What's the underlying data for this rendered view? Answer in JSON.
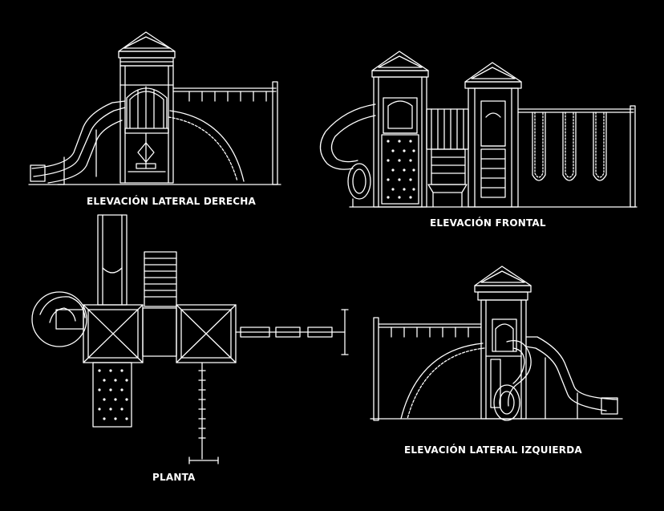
{
  "drawing": {
    "background": "#000000",
    "line_color": "#ffffff",
    "views": {
      "lateral_derecha": {
        "caption": "ELEVACIÓN LATERAL DERECHA"
      },
      "frontal": {
        "caption": "ELEVACIÓN FRONTAL"
      },
      "planta": {
        "caption": "PLANTA"
      },
      "lateral_izquierda": {
        "caption": "ELEVACIÓN LATERAL IZQUIERDA"
      }
    }
  }
}
